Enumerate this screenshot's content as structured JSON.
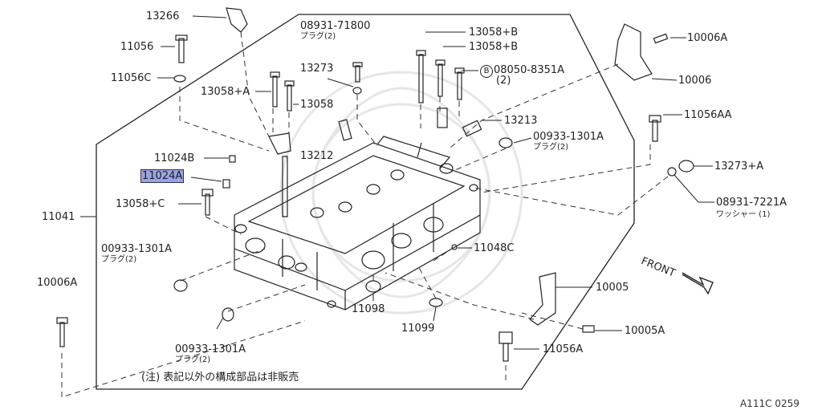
{
  "diagram": {
    "frame_label": "11041",
    "highlighted_part": "11024A",
    "callouts": [
      {
        "text": "13266"
      },
      {
        "text": "11056"
      },
      {
        "text": "11056C"
      },
      {
        "text": "13058+A"
      },
      {
        "text": "13058"
      },
      {
        "text": "13273"
      },
      {
        "text": "08931-71800"
      },
      {
        "text": "プラグ(2)"
      },
      {
        "text": "13058+B"
      },
      {
        "text": "13058+B"
      },
      {
        "text": "08050-8351A"
      },
      {
        "text": "(2)"
      },
      {
        "text": "10006A"
      },
      {
        "text": "10006"
      },
      {
        "text": "13213"
      },
      {
        "text": "11056AA"
      },
      {
        "text": "00933-1301A"
      },
      {
        "text": "プラグ(2)"
      },
      {
        "text": "13273+A"
      },
      {
        "text": "08931-7221A"
      },
      {
        "text": "ワッシャー (1)"
      },
      {
        "text": "11024B"
      },
      {
        "text": "13212"
      },
      {
        "text": "13058+C"
      },
      {
        "text": "00933-1301A"
      },
      {
        "text": "プラグ(2)"
      },
      {
        "text": "11048C"
      },
      {
        "text": "10006A"
      },
      {
        "text": "11098"
      },
      {
        "text": "11099"
      },
      {
        "text": "10005"
      },
      {
        "text": "10005A"
      },
      {
        "text": "11056A"
      },
      {
        "text": "00933-1301A"
      },
      {
        "text": "プラグ(2)"
      },
      {
        "text": "FRONT"
      }
    ],
    "bolt_symbol": "B",
    "note": "(注) 表記以外の構成部品は非販売",
    "figure_code": "A111C 0259"
  }
}
